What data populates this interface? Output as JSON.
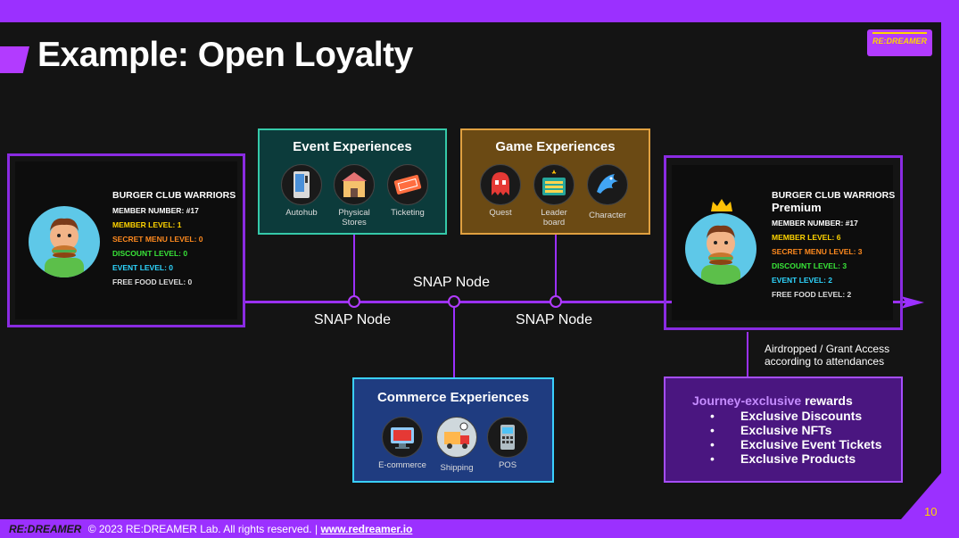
{
  "title": "Example: Open Loyalty",
  "logo_text": "RE:DREAMER",
  "member_left": {
    "name": "BURGER CLUB WARRIORS",
    "tier": "",
    "lines": [
      {
        "text": "MEMBER NUMBER: #17",
        "color": "#ffffff"
      },
      {
        "text": "MEMBER LEVEL: 1",
        "color": "#ffd400"
      },
      {
        "text": "SECRET MENU LEVEL: 0",
        "color": "#ff8a1f"
      },
      {
        "text": "DISCOUNT LEVEL: 0",
        "color": "#39e639"
      },
      {
        "text": "EVENT LEVEL: 0",
        "color": "#2ed6ff"
      },
      {
        "text": "FREE FOOD LEVEL: 0",
        "color": "#dddddd"
      }
    ]
  },
  "member_right": {
    "name": "BURGER CLUB WARRIORS",
    "tier": "Premium",
    "lines": [
      {
        "text": "MEMBER NUMBER: #17",
        "color": "#ffffff"
      },
      {
        "text": "MEMBER LEVEL: 6",
        "color": "#ffd400"
      },
      {
        "text": "SECRET MENU LEVEL: 3",
        "color": "#ff8a1f"
      },
      {
        "text": "DISCOUNT LEVEL: 3",
        "color": "#39e639"
      },
      {
        "text": "EVENT LEVEL: 2",
        "color": "#2ed6ff"
      },
      {
        "text": "FREE FOOD LEVEL: 2",
        "color": "#dddddd"
      }
    ]
  },
  "event": {
    "title": "Event Experiences",
    "color": "#0c3b3b",
    "border": "#35c9a9",
    "items": [
      {
        "label": "Autohub",
        "icon": "vending-machine-icon"
      },
      {
        "label": "Physical Stores",
        "icon": "store-icon"
      },
      {
        "label": "Ticketing",
        "icon": "ticket-icon"
      }
    ]
  },
  "game": {
    "title": "Game Experiences",
    "color": "#6b4a14",
    "border": "#e0a040",
    "items": [
      {
        "label": "Quest",
        "icon": "ghost-icon"
      },
      {
        "label": "Leader board",
        "icon": "leaderboard-icon"
      },
      {
        "label": "Character",
        "icon": "dragon-icon"
      }
    ]
  },
  "commerce": {
    "title": "Commerce Experiences",
    "color": "#1f3c80",
    "border": "#3ad0ff",
    "items": [
      {
        "label": "E-commerce",
        "icon": "ecommerce-icon"
      },
      {
        "label": "Shipping",
        "icon": "shipping-icon"
      },
      {
        "label": "POS",
        "icon": "pos-icon"
      }
    ]
  },
  "snap_nodes": [
    "SNAP Node",
    "SNAP Node",
    "SNAP Node"
  ],
  "airdrop_text": [
    "Airdropped / Grant Access",
    "according to attendances"
  ],
  "rewards": {
    "title_highlight": "Journey-exclusive",
    "title_rest": "rewards",
    "items": [
      "Exclusive Discounts",
      "Exclusive NFTs",
      "Exclusive Event Tickets",
      "Exclusive Products"
    ]
  },
  "footer": {
    "logo": "RE:DREAMER",
    "copyright": "© 2023 RE:DREAMER Lab. All rights reserved. |",
    "link": "www.redreamer.io"
  },
  "page_number": "10"
}
